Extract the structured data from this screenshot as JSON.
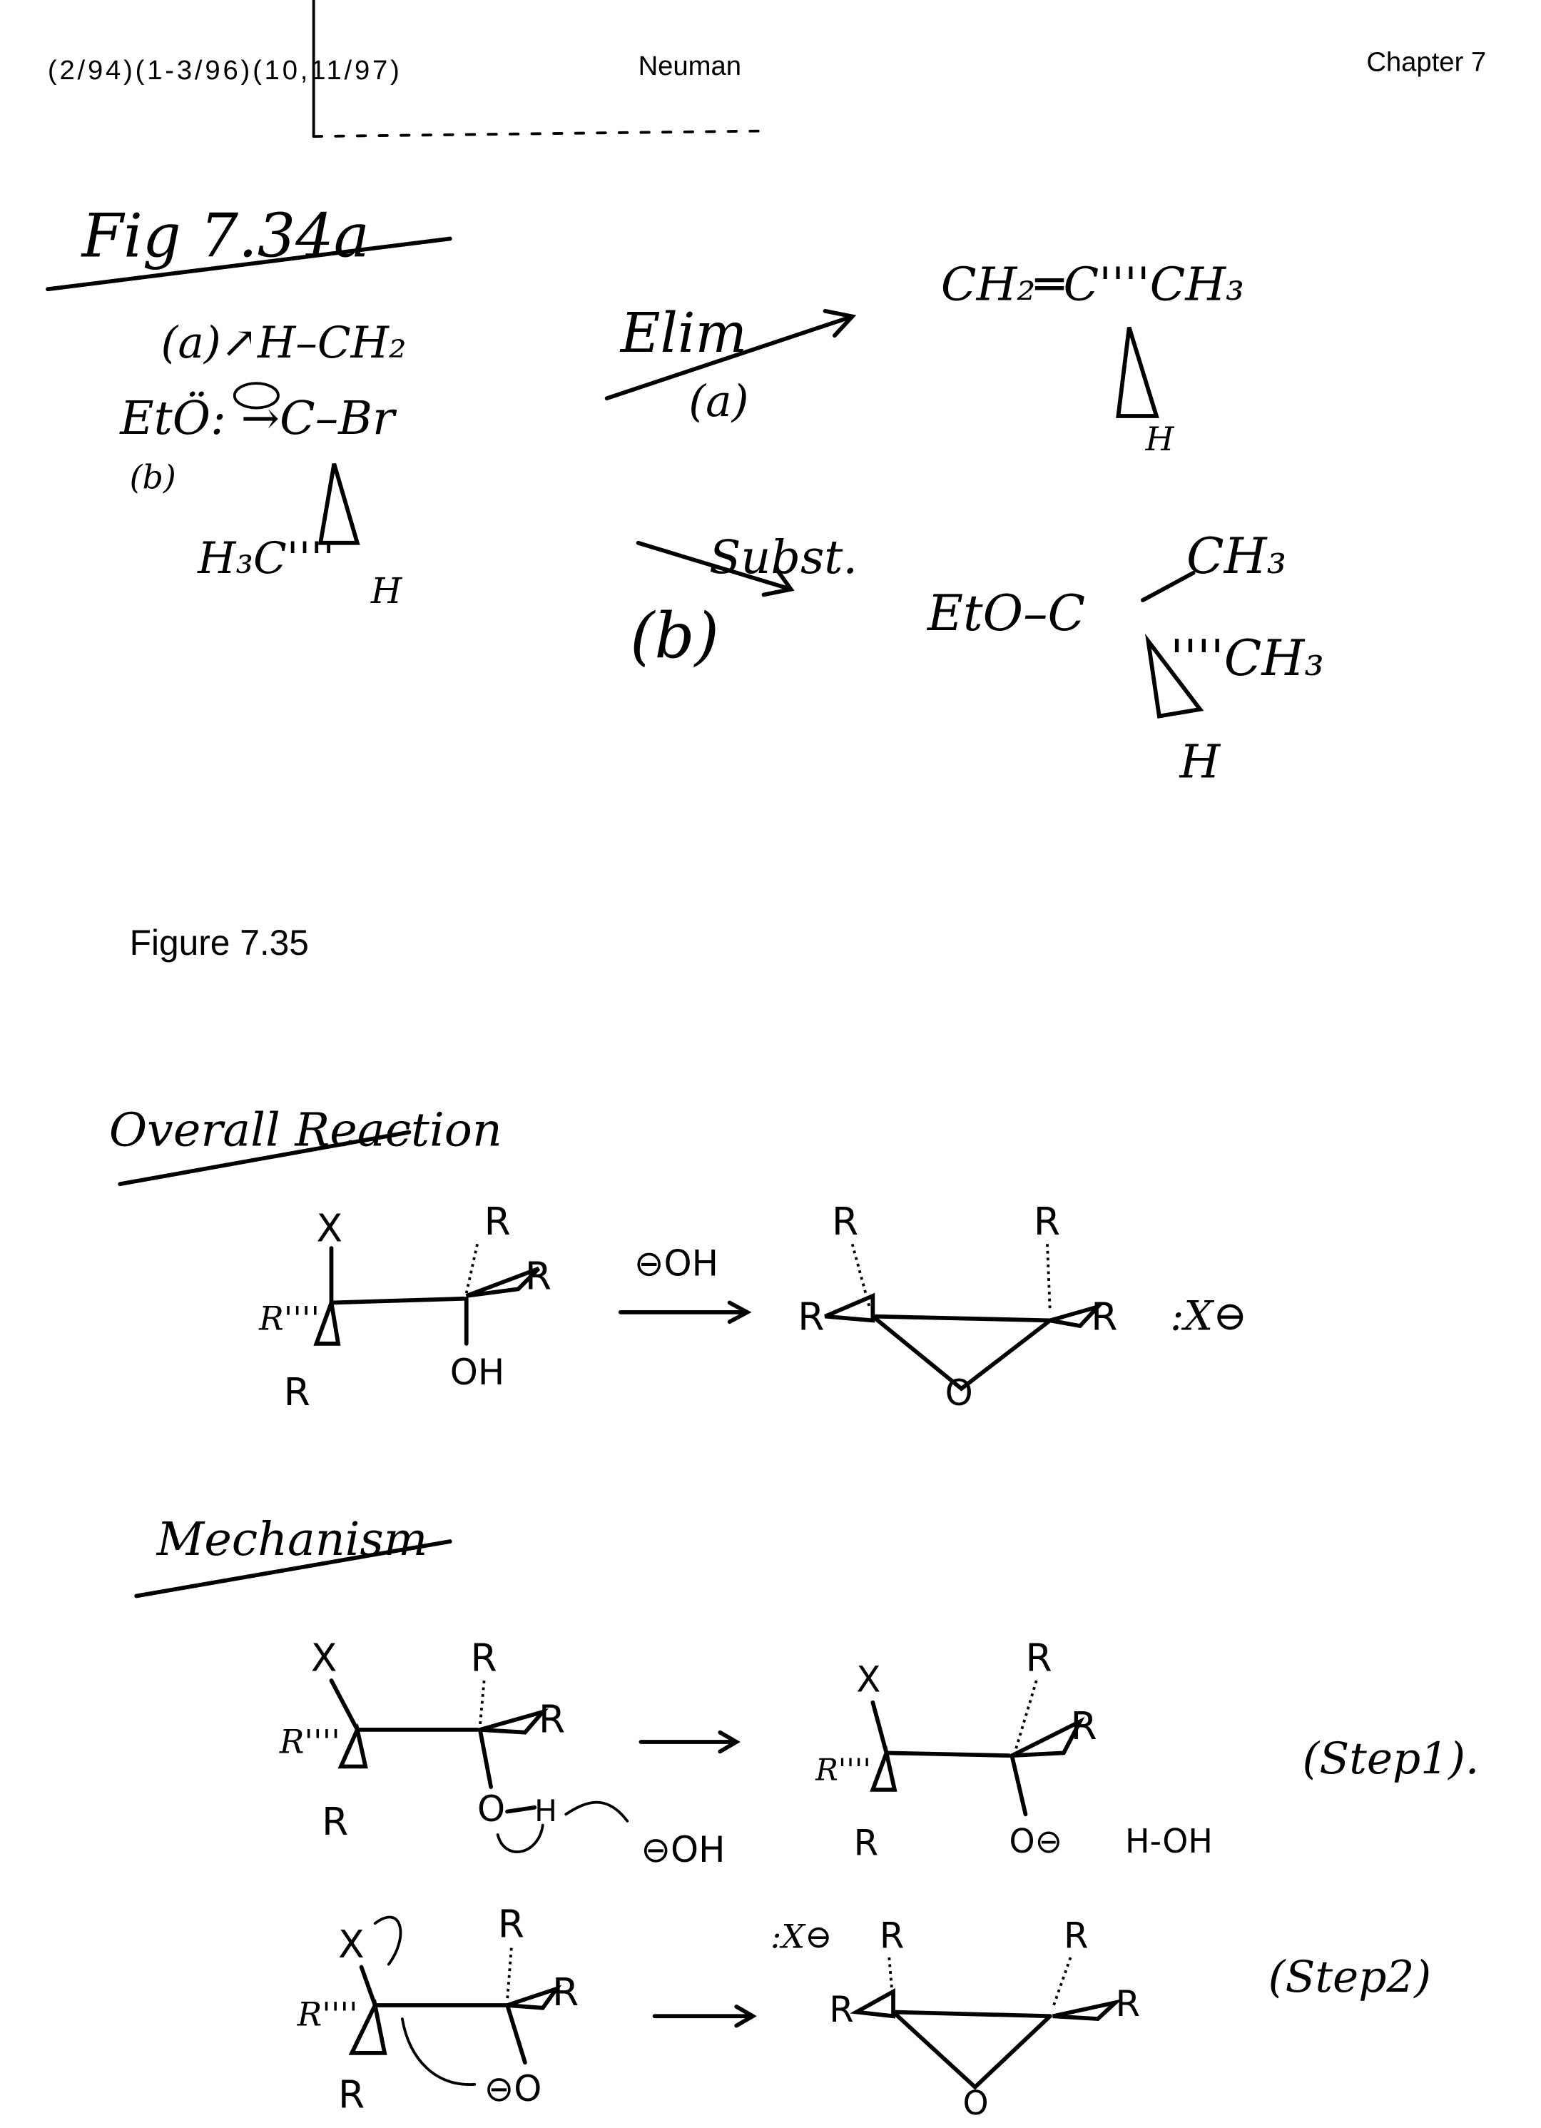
{
  "header": {
    "dates": "(2/94)(1-3/96)(10,11/97)",
    "author": "Neuman",
    "chapter": "Chapter 7"
  },
  "fig734a": {
    "title": "Fig 7.34a",
    "reactant": {
      "line1": "(a)↗H–CH₂",
      "line2": "EtÖ: →C–Br",
      "label_b": "(b)",
      "methyl": "H₃C''''",
      "h": "H"
    },
    "elim_label": "Elim",
    "elim_path": "(a)",
    "subst_label": "Subst.",
    "subst_path": "(b)",
    "product_elim": {
      "formula": "CH₂═C''''CH₃",
      "h": "H"
    },
    "product_subst": {
      "eto": "EtO–C",
      "ch3_top": "CH₃",
      "ch3_right": "''''CH₃",
      "h": "H"
    }
  },
  "fig735": {
    "title": "Figure 7.35",
    "overall_heading": "Overall Reaction",
    "overall": {
      "x": "X",
      "r_top": "R",
      "r_right": "R",
      "r_left": "R''''",
      "r_bottom": "R",
      "oh": "OH",
      "reagent": "⊖OH",
      "prod_r1": "R",
      "prod_r2": "R",
      "prod_r3": "R",
      "prod_r4": "R",
      "prod_o": "O",
      "leaving": ":X⊖"
    },
    "mechanism_heading": "Mechanism",
    "step1": {
      "x": "X",
      "r_top": "R",
      "r_right": "R",
      "r_left": "R''''",
      "r_bottom": "R",
      "o": "O",
      "h": "H",
      "base": "⊖OH",
      "p_x": "X",
      "p_r_top": "R",
      "p_r_right": "R",
      "p_r_left": "R''''",
      "p_r_bottom": "R",
      "p_o": "O⊖",
      "water": "H-OH",
      "label": "(Step1)."
    },
    "step2": {
      "x": "X",
      "r_top": "R",
      "r_right": "R",
      "r_left": "R''''",
      "r_bottom": "R",
      "o": "⊖O",
      "leaving": ":X⊖",
      "p_r1": "R",
      "p_r2": "R",
      "p_r3": "R",
      "p_r4": "R",
      "p_o": "O",
      "label": "(Step2)"
    }
  }
}
